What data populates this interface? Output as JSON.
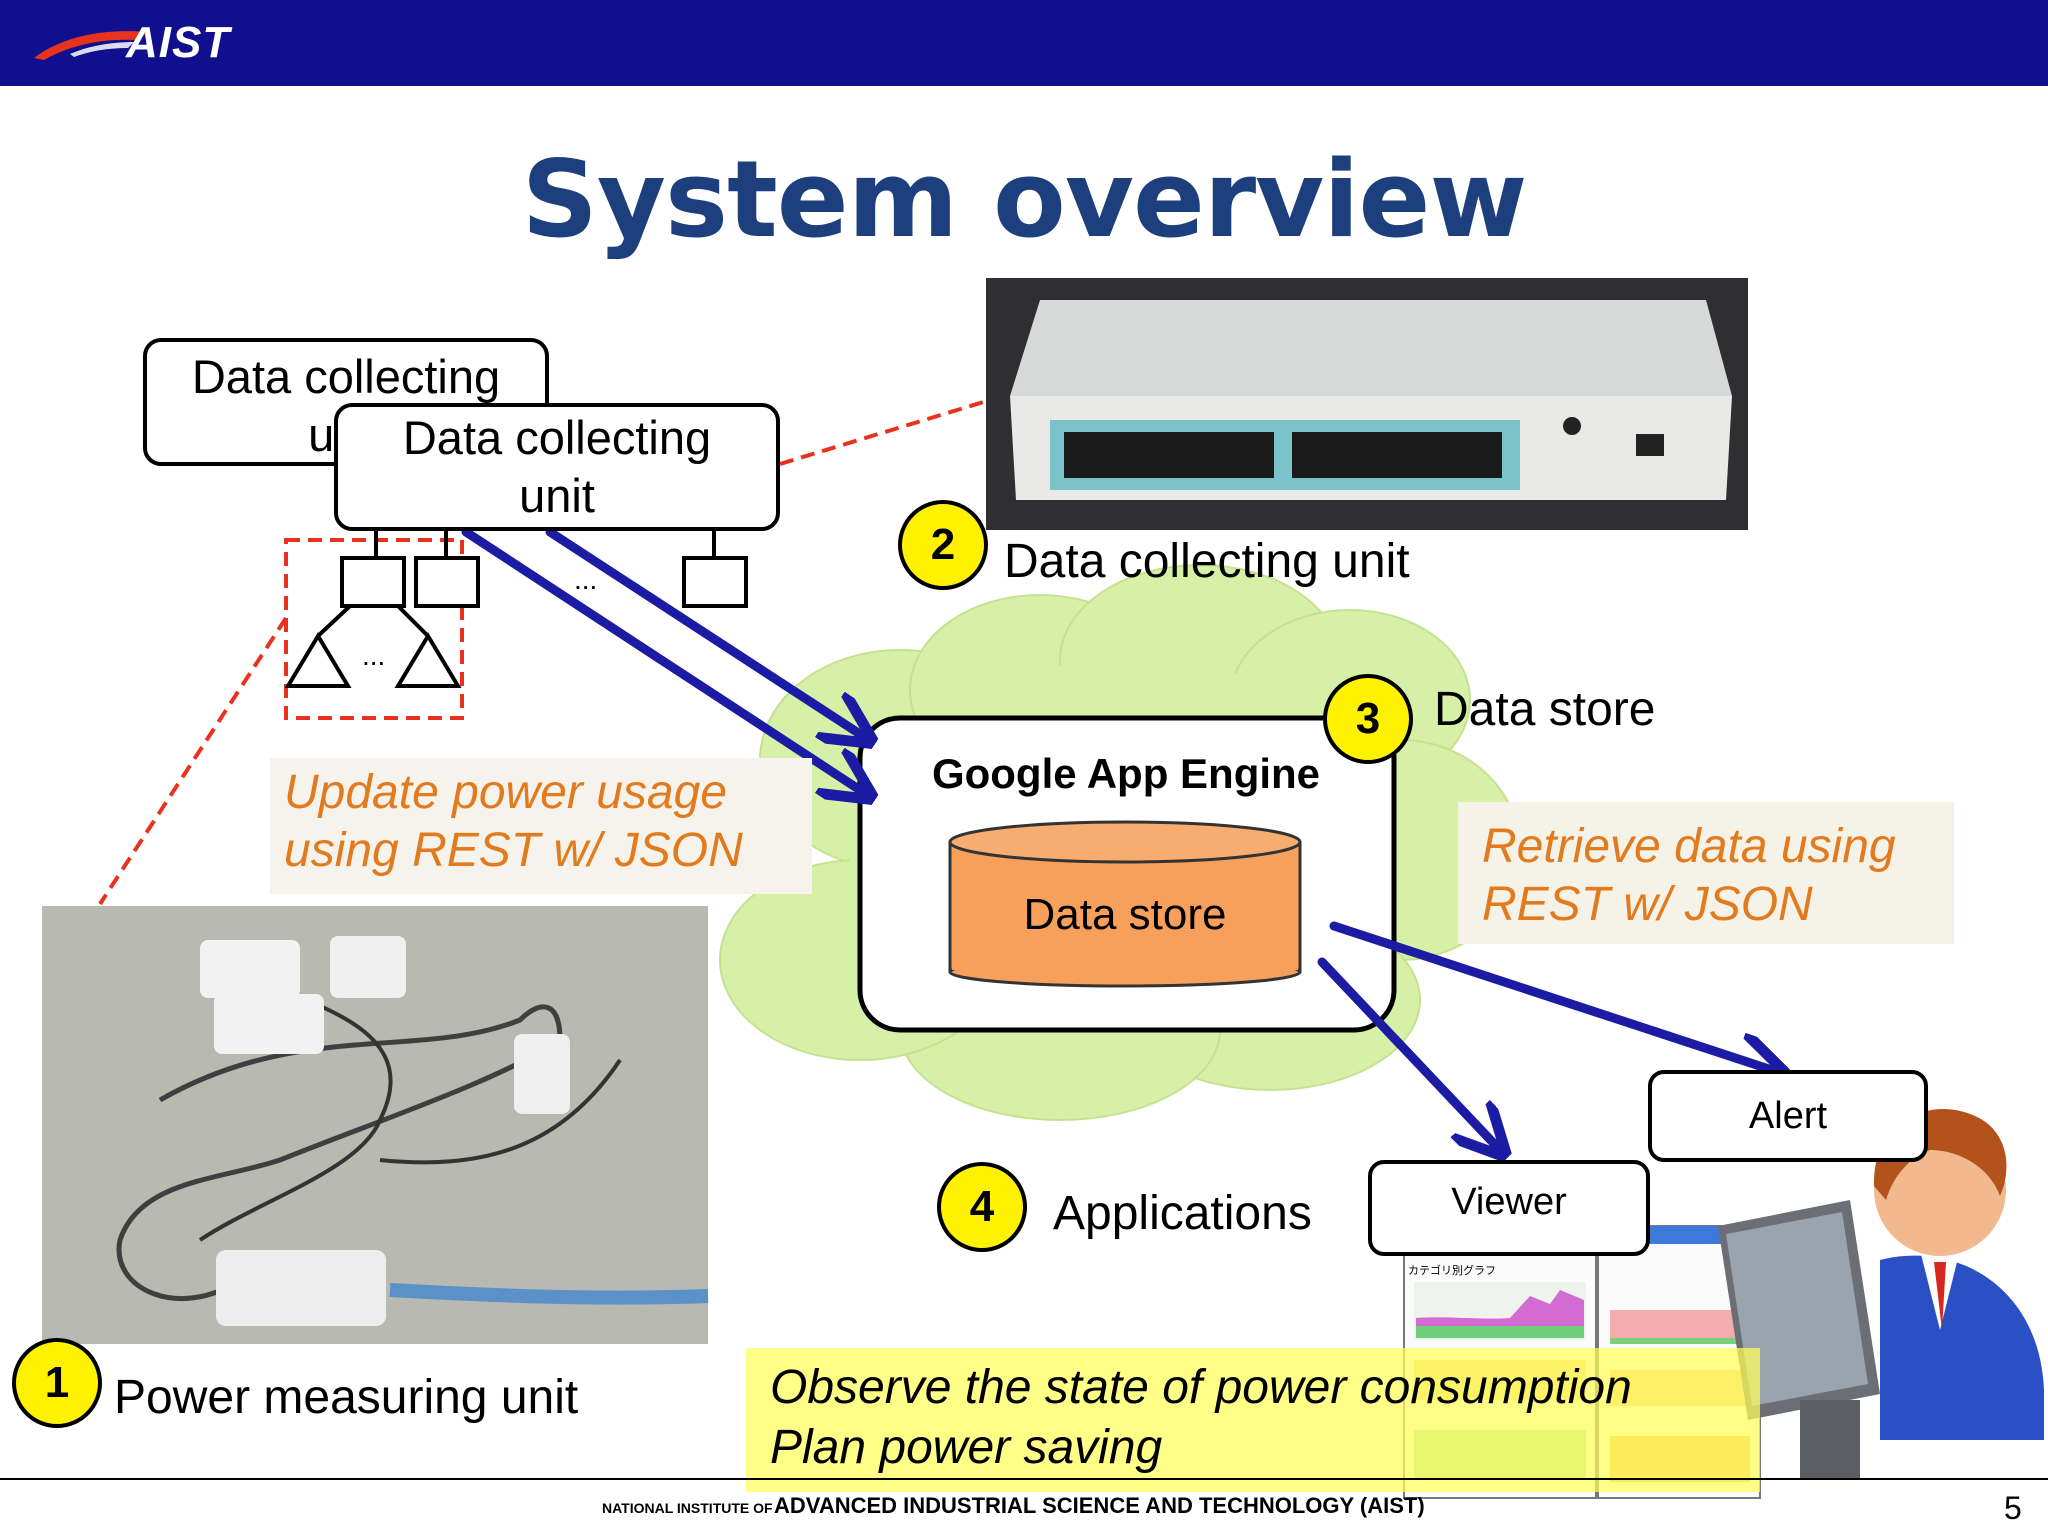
{
  "header": {
    "logo_text": "AIST",
    "brand_color": "#10108e"
  },
  "title": "System overview",
  "collector": {
    "back_box_label": "Data collecting\nunit",
    "front_box_label": "Data collecting\nunit",
    "ellipsis_top": "...",
    "ellipsis_bottom": "..."
  },
  "items": [
    {
      "number": "1",
      "label": "Power measuring unit"
    },
    {
      "number": "2",
      "label": "Data collecting unit"
    },
    {
      "number": "3",
      "label": "Data store"
    },
    {
      "number": "4",
      "label": "Applications"
    }
  ],
  "notes": {
    "update": "Update power usage\nusing REST w/ JSON",
    "retrieve": "Retrieve data using\nREST w/ JSON",
    "observe": "Observe the state of power consumption\nPlan power saving"
  },
  "cloud": {
    "engine_title": "Google App Engine",
    "store_label": "Data store"
  },
  "apps": {
    "alert": "Alert",
    "viewer": "Viewer",
    "viewer_chart_title": "カテゴリ別グラフ"
  },
  "footer": {
    "small": "NATIONAL INSTITUTE OF",
    "big": "ADVANCED INDUSTRIAL SCIENCE AND TECHNOLOGY (AIST)",
    "page": "5"
  },
  "colors": {
    "accent_title": "#1d3f7d",
    "note_orange": "#e27a1e",
    "arrow_blue": "#1b1ba3",
    "badge_yellow": "#fff200",
    "cloud_green": "#d6f0a8",
    "cylinder_orange": "#f6a05c",
    "dashed_red": "#e8321e"
  },
  "icons": [
    "aist-logo-icon",
    "person-at-monitor-icon",
    "switch-photo",
    "sensor-photo"
  ]
}
